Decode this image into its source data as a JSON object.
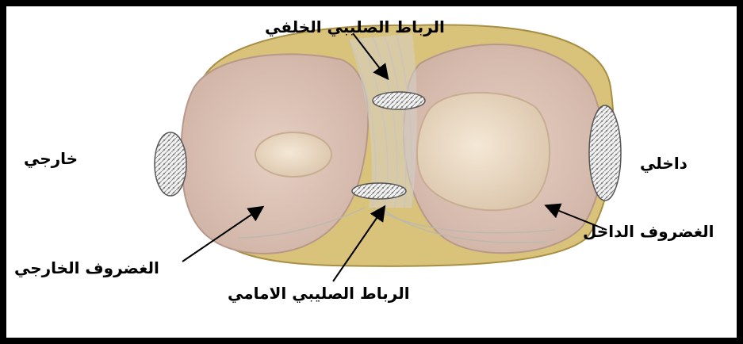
{
  "labels": {
    "posterior_cruciate": "الرباط الصليبي الخلفي",
    "anterior_cruciate": "الرباط الصليبي الامامي",
    "lateral": "خارجي",
    "medial": "داخلي",
    "lateral_meniscus": "الغضروف الخارجي",
    "medial_meniscus": "الغضروف الداخل"
  },
  "colors": {
    "border": "#000000",
    "background": "#ffffff",
    "capsule": "#d9c27a",
    "plateau": "#dcc2b5",
    "meniscus_light": "#e8d6cc",
    "cartilage": "#eedfc9",
    "ligament": "#cfcbc2",
    "text": "#000000"
  },
  "icons": {
    "ligament_cut_ends": "hatched-oval-icon",
    "arrows": "pointer-arrow-icon"
  }
}
